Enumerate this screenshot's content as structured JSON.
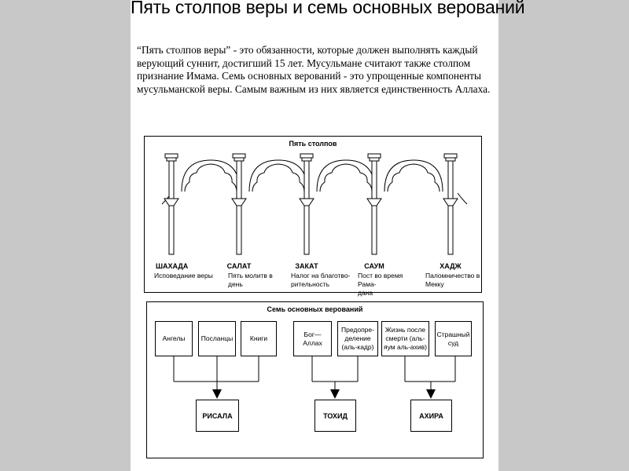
{
  "title": "Пять столпов веры и семь основных верований",
  "intro_lines": [
    "“Пять столпов веры” - это обязанности, которые должен выполнять каждый",
    "верующий суннит, достигший 15 лет. Мусульмане считают также столпом",
    "признание Имама. Семь основных верований - это упрощенные компоненты",
    "мусульманской веры. Самым важным из них является единственность Аллаха."
  ],
  "pillars": {
    "title": "Пять столпов",
    "items": [
      {
        "name": "ШАХАДА",
        "desc_lines": [
          "Исповедание веры"
        ]
      },
      {
        "name": "САЛАТ",
        "desc_lines": [
          "Пять молитв в",
          "день"
        ]
      },
      {
        "name": "ЗАКАТ",
        "desc_lines": [
          "Налог на благотво-",
          "рительность"
        ]
      },
      {
        "name": "САУМ",
        "desc_lines": [
          "Пост во время Рама-",
          "дана"
        ]
      },
      {
        "name": "ХАДЖ",
        "desc_lines": [
          "Паломничество в",
          "Мекку"
        ]
      }
    ]
  },
  "beliefs": {
    "title": "Семь основных верований",
    "items": [
      {
        "lines": [
          "Ангелы"
        ]
      },
      {
        "lines": [
          "Посланцы"
        ]
      },
      {
        "lines": [
          "Книги"
        ]
      },
      {
        "lines": [
          "Бог—Аллах"
        ]
      },
      {
        "lines": [
          "Предопре-",
          "деление",
          "(аль-кадр)"
        ]
      },
      {
        "lines": [
          "Жизнь после",
          "смерти (аль-",
          "яум аль-ахив)"
        ]
      },
      {
        "lines": [
          "Страшный",
          "суд"
        ]
      }
    ],
    "groups": [
      "РИСАЛА",
      "ТОХИД",
      "АХИРА"
    ]
  }
}
